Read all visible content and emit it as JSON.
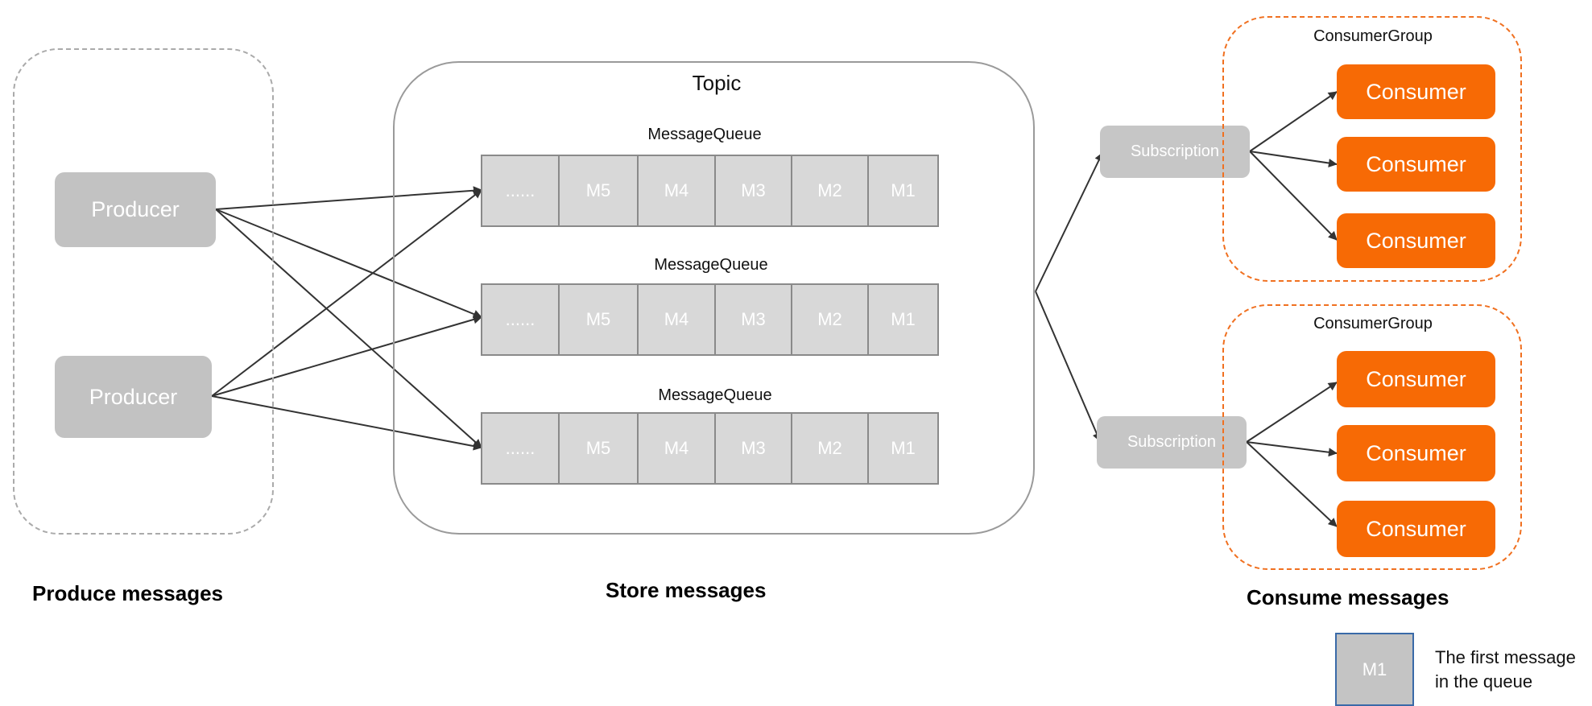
{
  "producers": [
    "Producer",
    "Producer"
  ],
  "topic": {
    "title": "Topic",
    "queues": [
      {
        "label": "MessageQueue",
        "cells": [
          "......",
          "M5",
          "M4",
          "M3",
          "M2",
          "M1"
        ]
      },
      {
        "label": "MessageQueue",
        "cells": [
          "......",
          "M5",
          "M4",
          "M3",
          "M2",
          "M1"
        ]
      },
      {
        "label": "MessageQueue",
        "cells": [
          "......",
          "M5",
          "M4",
          "M3",
          "M2",
          "M1"
        ]
      }
    ]
  },
  "subscriptions": [
    "Subscription",
    "Subscription"
  ],
  "consumer_groups": [
    {
      "label": "ConsumerGroup",
      "consumers": [
        "Consumer",
        "Consumer",
        "Consumer"
      ]
    },
    {
      "label": "ConsumerGroup",
      "consumers": [
        "Consumer",
        "Consumer",
        "Consumer"
      ]
    }
  ],
  "sections": {
    "produce": "Produce messages",
    "store": "Store messages",
    "consume": "Consume messages"
  },
  "legend": {
    "box_label": "M1",
    "text_line1": "The first message",
    "text_line2": "in the queue"
  },
  "colors": {
    "consumer": "#f76a05",
    "group_border": "#f07020",
    "gray_box": "#c2c2c2",
    "arrow": "#333333"
  }
}
